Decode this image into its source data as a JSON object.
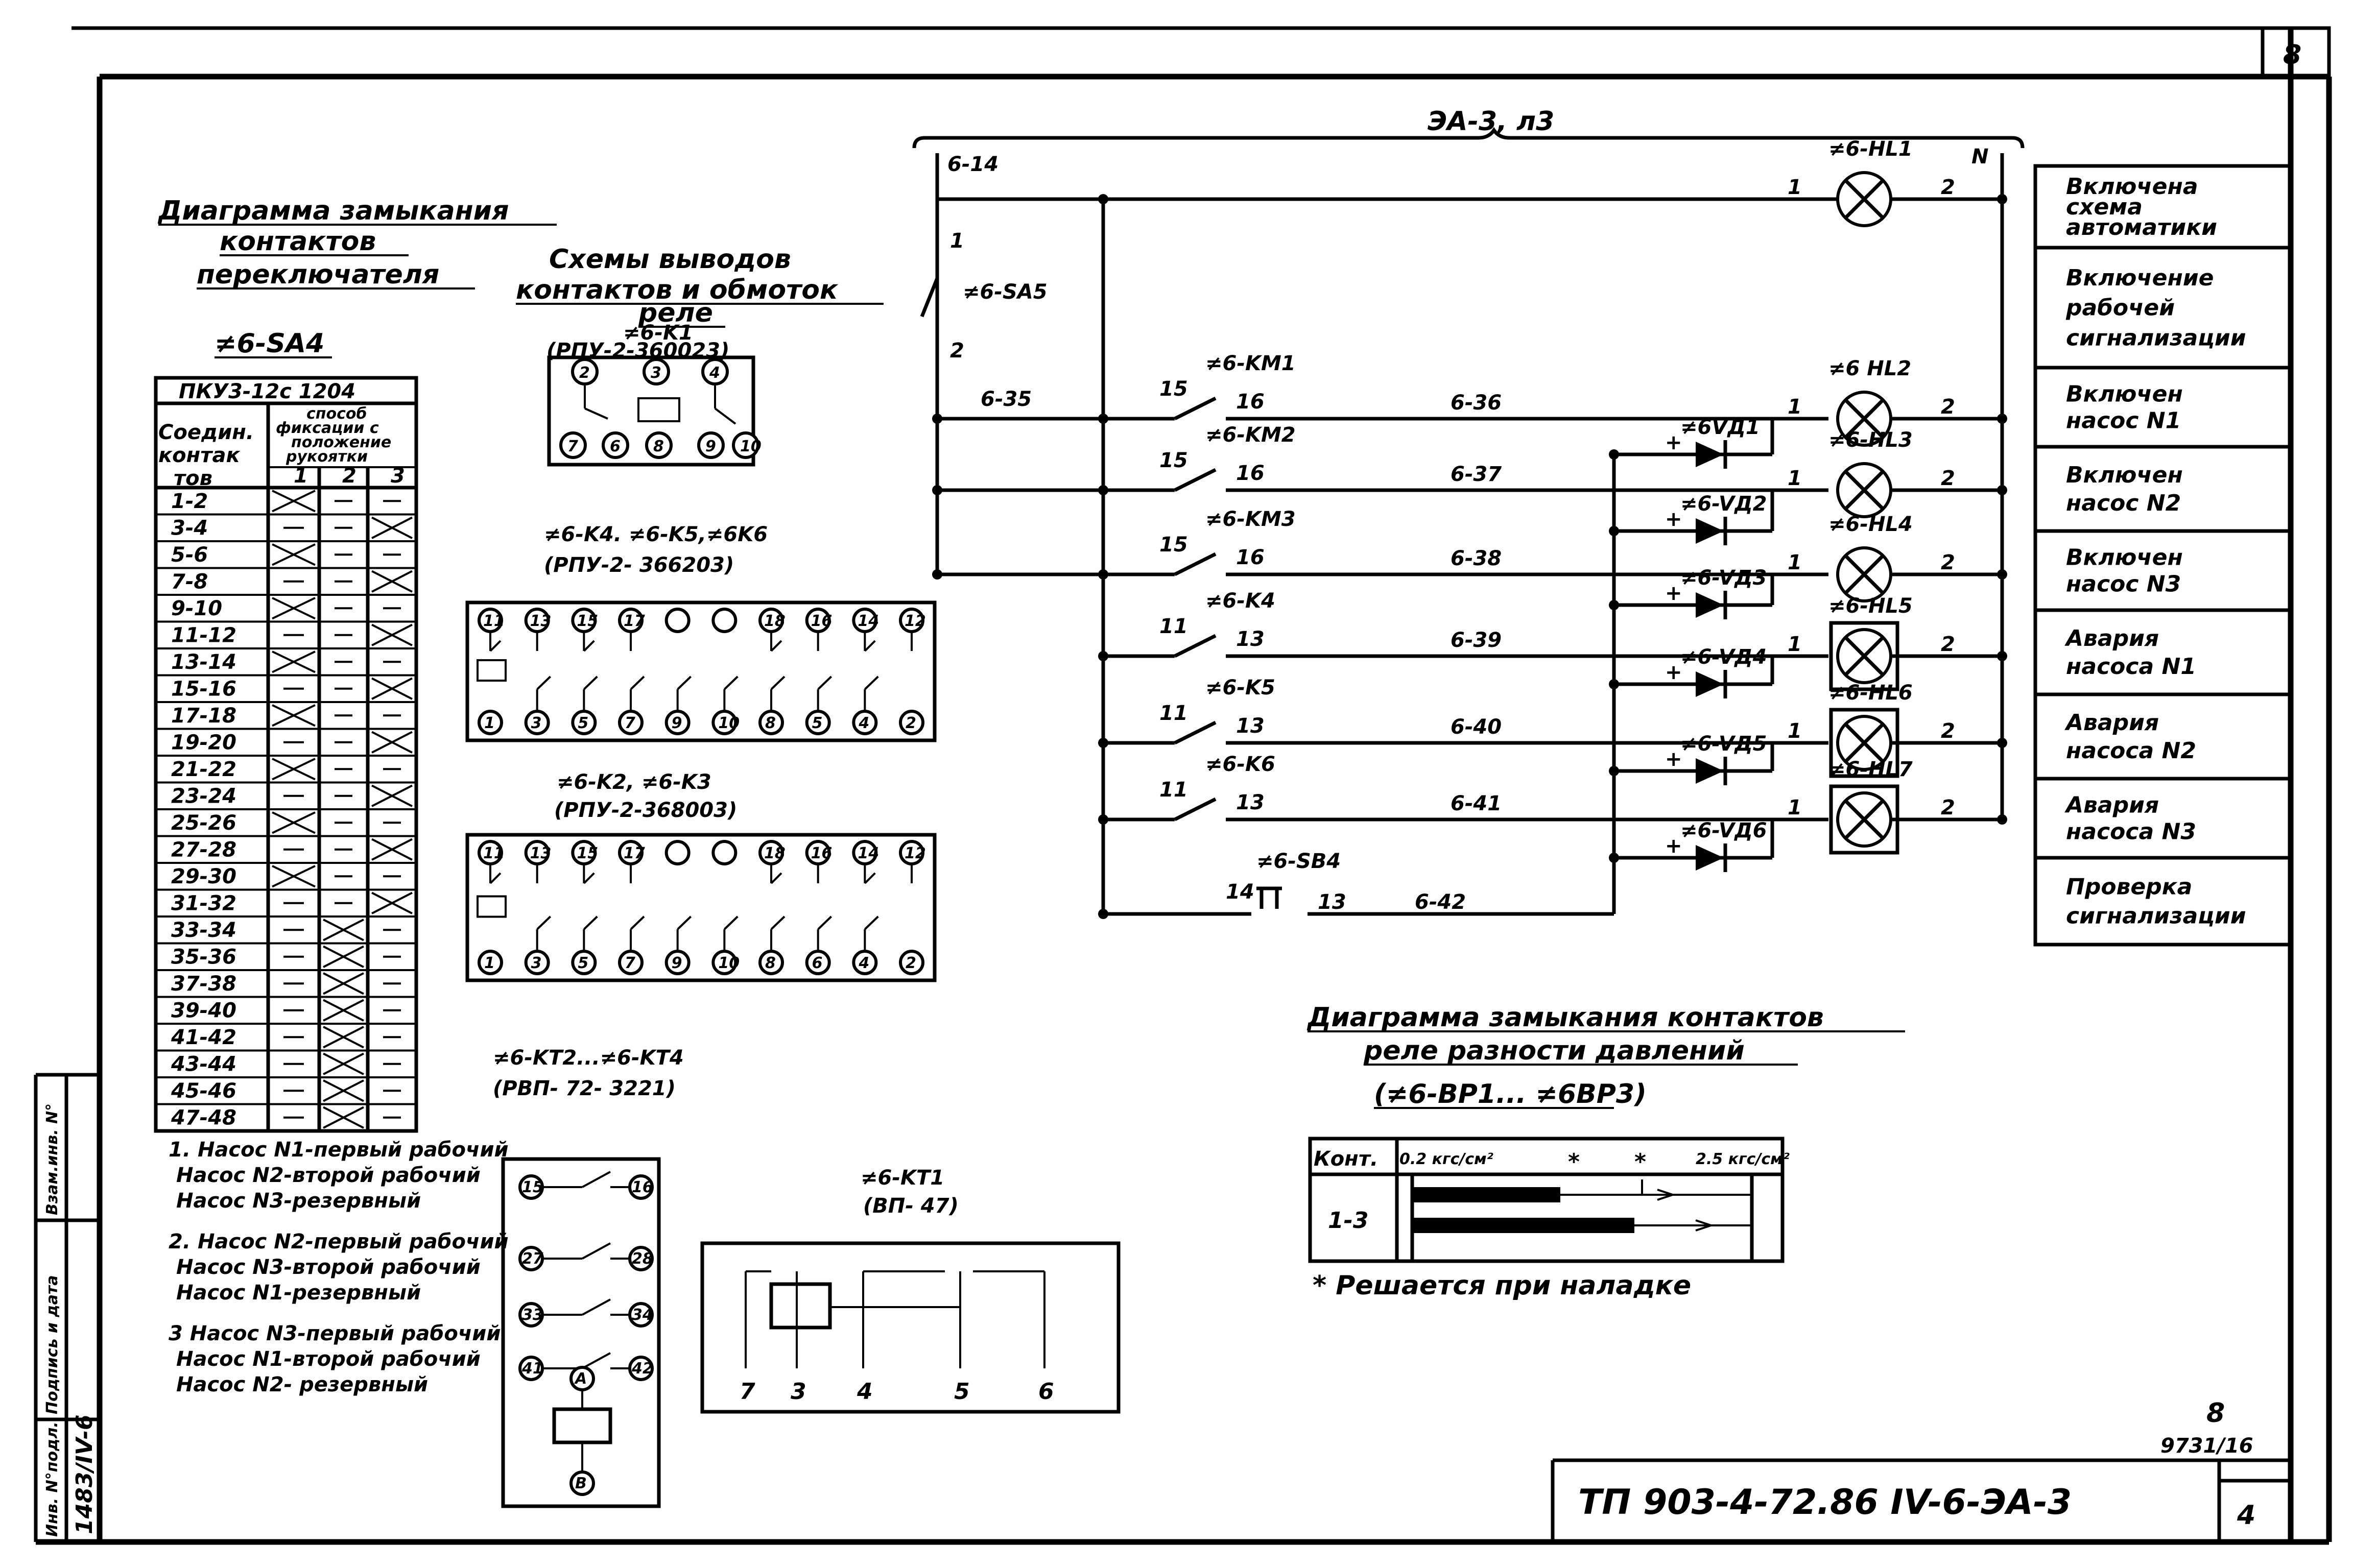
{
  "sheet_number": "8",
  "bus_label": "ЭА-3, л3",
  "sa4": {
    "title_lines": [
      "Диаграмма замыкания",
      "контактов",
      "переключателя"
    ],
    "device": "≠6-SA4",
    "model": "ПКУ3-12с 1204",
    "col_header_lines": [
      "Соедин.",
      "контак",
      "тов"
    ],
    "fix_header_lines": [
      "способ",
      "фиксации с",
      "положение",
      "рукоятки"
    ],
    "positions": [
      "1",
      "2",
      "3"
    ],
    "rows": [
      {
        "c": "1-2",
        "s": [
          "x",
          "-",
          "-"
        ]
      },
      {
        "c": "3-4",
        "s": [
          "-",
          "-",
          "x"
        ]
      },
      {
        "c": "5-6",
        "s": [
          "x",
          "-",
          "-"
        ]
      },
      {
        "c": "7-8",
        "s": [
          "-",
          "-",
          "x"
        ]
      },
      {
        "c": "9-10",
        "s": [
          "x",
          "-",
          "-"
        ]
      },
      {
        "c": "11-12",
        "s": [
          "-",
          "-",
          "x"
        ]
      },
      {
        "c": "13-14",
        "s": [
          "x",
          "-",
          "-"
        ]
      },
      {
        "c": "15-16",
        "s": [
          "-",
          "-",
          "x"
        ]
      },
      {
        "c": "17-18",
        "s": [
          "x",
          "-",
          "-"
        ]
      },
      {
        "c": "19-20",
        "s": [
          "-",
          "-",
          "x"
        ]
      },
      {
        "c": "21-22",
        "s": [
          "x",
          "-",
          "-"
        ]
      },
      {
        "c": "23-24",
        "s": [
          "-",
          "-",
          "x"
        ]
      },
      {
        "c": "25-26",
        "s": [
          "x",
          "-",
          "-"
        ]
      },
      {
        "c": "27-28",
        "s": [
          "-",
          "-",
          "x"
        ]
      },
      {
        "c": "29-30",
        "s": [
          "x",
          "-",
          "-"
        ]
      },
      {
        "c": "31-32",
        "s": [
          "-",
          "-",
          "x"
        ]
      },
      {
        "c": "33-34",
        "s": [
          "-",
          "x",
          "-"
        ]
      },
      {
        "c": "35-36",
        "s": [
          "-",
          "x",
          "-"
        ]
      },
      {
        "c": "37-38",
        "s": [
          "-",
          "x",
          "-"
        ]
      },
      {
        "c": "39-40",
        "s": [
          "-",
          "x",
          "-"
        ]
      },
      {
        "c": "41-42",
        "s": [
          "-",
          "x",
          "-"
        ]
      },
      {
        "c": "43-44",
        "s": [
          "-",
          "x",
          "-"
        ]
      },
      {
        "c": "45-46",
        "s": [
          "-",
          "x",
          "-"
        ]
      },
      {
        "c": "47-48",
        "s": [
          "-",
          "x",
          "-"
        ]
      }
    ],
    "notes": [
      "1. Насос N1-первый рабочий",
      "Насос N2-второй рабочий",
      "Насос N3-резервный",
      "2. Насос N2-первый рабочий",
      "Насос N3-второй рабочий",
      "Насос N1-резервный",
      "3 Насос N3-первый рабочий",
      "Насос N1-второй рабочий",
      "Насос N2- резервный"
    ]
  },
  "relay_section": {
    "title_lines": [
      "Схемы выводов",
      "контактов и обмоток",
      "реле"
    ],
    "k1_label": "≠6-K1",
    "k1_model": "(РПУ-2-360023)",
    "k1_pins_top": [
      "2",
      "3",
      "4"
    ],
    "k1_pins_bottom": [
      "7",
      "6",
      "8",
      "9",
      "10"
    ],
    "k456_label": "≠6-K4. ≠6-K5,≠6K6",
    "k456_model": "(РПУ-2- 366203)",
    "k23_label": "≠6-K2, ≠6-K3",
    "k23_model": "(РПУ-2-368003)",
    "pins_top": [
      "11",
      "13",
      "15",
      "17",
      "",
      "",
      "18",
      "16",
      "14",
      "12"
    ],
    "pins_bottom": [
      "1",
      "3",
      "5",
      "7",
      "9",
      "10",
      "8",
      "5",
      "4",
      "2"
    ],
    "pins_bottom_2": [
      "1",
      "3",
      "5",
      "7",
      "9",
      "10",
      "8",
      "6",
      "4",
      "2"
    ],
    "kt_label": "≠6-KT2...≠6-KT4",
    "kt_model": "(РВП- 72- 3221)",
    "kt_pins": [
      [
        "15",
        "16"
      ],
      [
        "27",
        "28"
      ],
      [
        "33",
        "34"
      ],
      [
        "41",
        "42"
      ]
    ],
    "kt_coil_pins": [
      "A",
      "B"
    ],
    "kt1_label": "≠6-KT1",
    "kt1_model": "(ВП- 47)",
    "kt1_pins": [
      "7",
      "3",
      "4",
      "5",
      "6"
    ]
  },
  "circuit": {
    "left_top": "6-14",
    "sa5": "≠6-SA5",
    "sa5_pins": [
      "1",
      "2"
    ],
    "wire_6_35": "6-35",
    "branches": [
      {
        "device": "≠6-KM1",
        "pin_a": "15",
        "pin_b": "16",
        "wire": "6-36"
      },
      {
        "device": "≠6-KM2",
        "pin_a": "15",
        "pin_b": "16",
        "wire": "6-37"
      },
      {
        "device": "≠6-KM3",
        "pin_a": "15",
        "pin_b": "16",
        "wire": "6-38"
      },
      {
        "device": "≠6-K4",
        "pin_a": "11",
        "pin_b": "13",
        "wire": "6-39"
      },
      {
        "device": "≠6-K5",
        "pin_a": "11",
        "pin_b": "13",
        "wire": "6-40"
      },
      {
        "device": "≠6-K6",
        "pin_a": "11",
        "pin_b": "13",
        "wire": "6-41"
      }
    ],
    "sb4": {
      "device": "≠6-SB4",
      "pin_a": "14",
      "pin_b": "13",
      "wire": "6-42"
    },
    "diodes": [
      "≠6VД1",
      "≠6-VД2",
      "≠6-VД3",
      "≠6-VД4",
      "≠6-VД5",
      "≠6-VД6"
    ],
    "lamps": [
      "≠6-HL1",
      "≠6 HL2",
      "≠6-HL3",
      "≠6-HL4",
      "≠6-HL5",
      "≠6-HL6",
      "≠6-HL7"
    ],
    "lamp_pin_a": "1",
    "lamp_pin_b": "2",
    "neutral": "N",
    "plus": "+"
  },
  "legend": [
    [
      "Включена",
      "схема",
      "автоматики"
    ],
    [
      "Включение",
      "рабочей",
      "сигнализации"
    ],
    [
      "Включен",
      "насос N1"
    ],
    [
      "Включен",
      "насос N2"
    ],
    [
      "Включен",
      "насос N3"
    ],
    [
      "Авария",
      "насоса N1"
    ],
    [
      "Авария",
      "насоса N2"
    ],
    [
      "Авария",
      "насоса N3"
    ],
    [
      "Проверка",
      "сигнализации"
    ]
  ],
  "pressure": {
    "title_lines": [
      "Диаграмма замыкания контактов",
      "реле разности давлений",
      "(≠6-ВР1... ≠6ВР3)"
    ],
    "col_header": "Конт.",
    "scale_left": "0.2 кгс/см²",
    "star": "*",
    "scale_right": "2.5 кгс/см²",
    "row_label": "1-3",
    "footnote": "* Решается при наладке"
  },
  "side_stamp": {
    "cols": [
      "Инв. N°подл.",
      "Подпись и дата",
      "Взам.инв. N°"
    ],
    "value": "1483/IV-6"
  },
  "title_block": {
    "code": "ТП 903-4-72.86 IV-6-ЭА-3",
    "sheet": "4",
    "corner_top": "8",
    "corner_bottom": "9731/16"
  }
}
